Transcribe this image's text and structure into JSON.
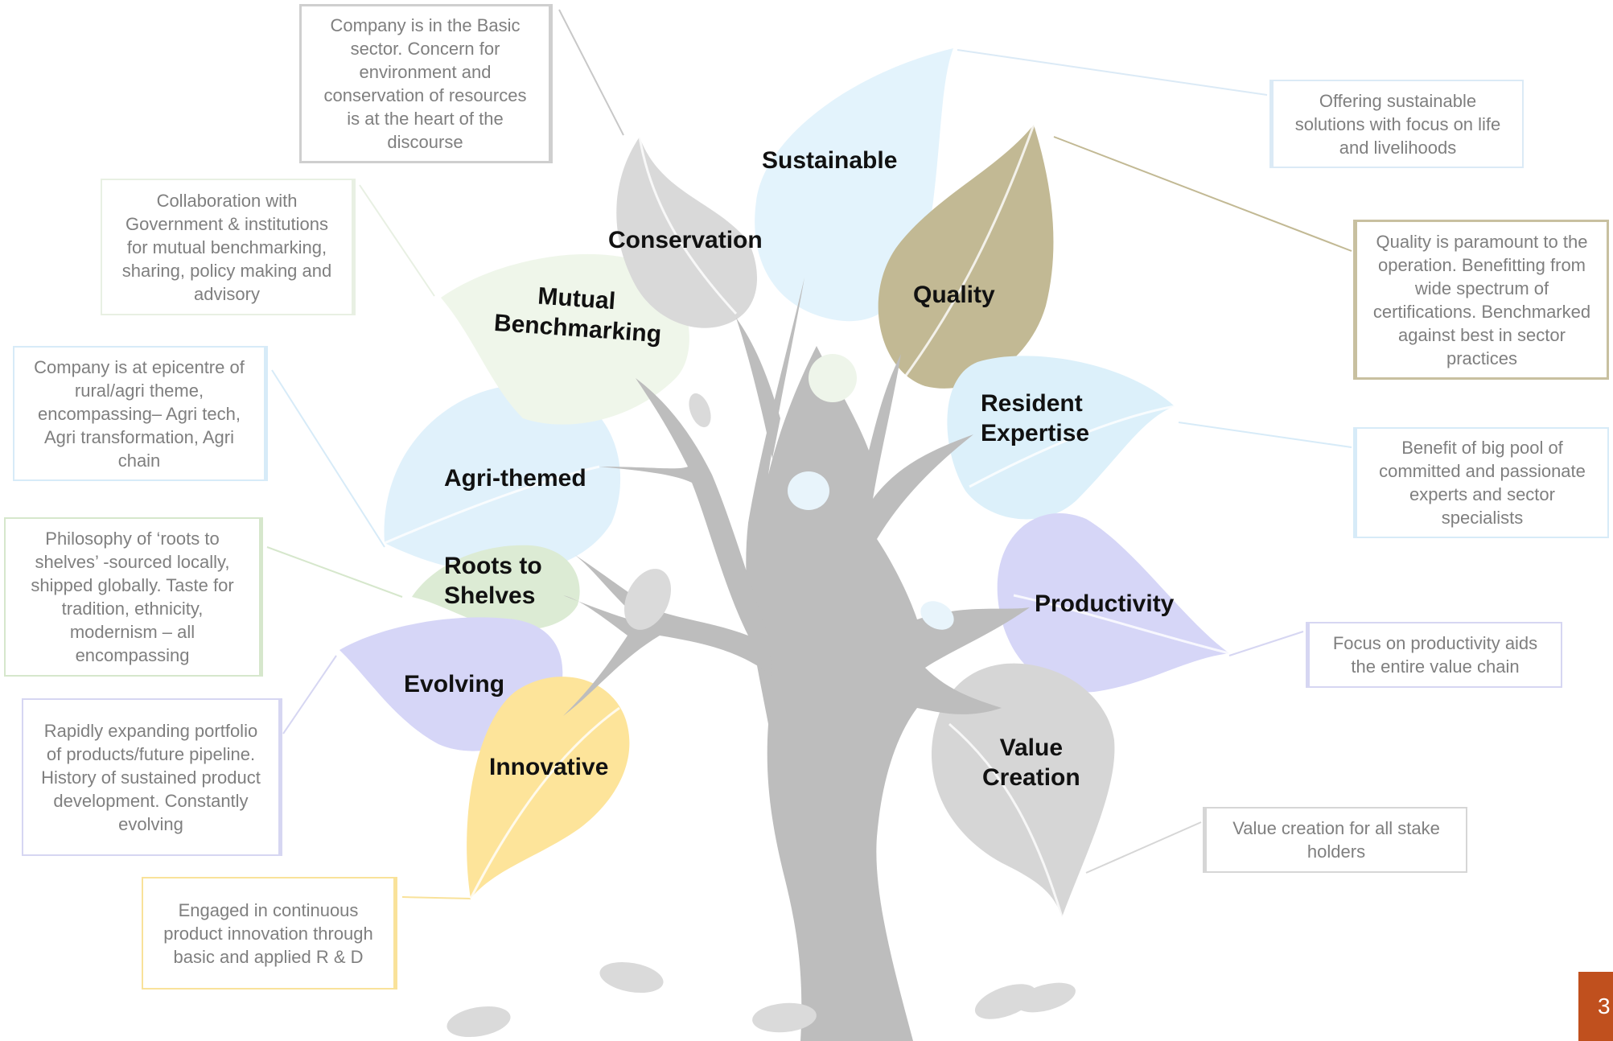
{
  "diagram": {
    "leaves": [
      {
        "id": "sustainable",
        "label": "Sustainable",
        "color": "#e3f3fc"
      },
      {
        "id": "conservation",
        "label": "Conservation",
        "color": "#d9d9d9"
      },
      {
        "id": "quality",
        "label": "Quality",
        "color": "#c2b994"
      },
      {
        "id": "mutual-benchmarking",
        "label_lines": [
          "Mutual",
          "Benchmarking"
        ],
        "color": "#eff6ea"
      },
      {
        "id": "resident-expertise",
        "label_lines": [
          "Resident",
          "Expertise"
        ],
        "color": "#dcf0fa"
      },
      {
        "id": "agri-themed",
        "label": "Agri-themed",
        "color": "#e0f1fb"
      },
      {
        "id": "roots-to-shelves",
        "label_lines": [
          "Roots to",
          "Shelves"
        ],
        "color": "#dcebd4"
      },
      {
        "id": "productivity",
        "label": "Productivity",
        "color": "#d6d6f7"
      },
      {
        "id": "evolving",
        "label": "Evolving",
        "color": "#d6d6f7"
      },
      {
        "id": "innovative",
        "label": "Innovative",
        "color": "#fde49a"
      },
      {
        "id": "value-creation",
        "label_lines": [
          "Value",
          "Creation"
        ],
        "color": "#d6d6d6"
      }
    ],
    "callouts": [
      {
        "id": "conservation",
        "text": "Company is in the Basic sector. Concern for environment and conservation of resources is at the heart of the discourse",
        "border": "#c8c8c8"
      },
      {
        "id": "sustainable",
        "text": "Offering sustainable solutions with focus on life and livelihoods",
        "border": "#dbeaf6"
      },
      {
        "id": "mutual-benchmarking",
        "text": "Collaboration with Government & institutions for mutual benchmarking, sharing, policy making and advisory",
        "border": "#e8f0e3"
      },
      {
        "id": "quality",
        "text": "Quality is paramount to the operation. Benefitting from wide spectrum of certifications. Benchmarked against best in sector practices",
        "border": "#c2b994"
      },
      {
        "id": "agri-themed",
        "text": "Company is at epicentre of rural/agri theme, encompassing– Agri tech, Agri transformation, Agri chain",
        "border": "#d7ebf8"
      },
      {
        "id": "resident-expertise",
        "text": "Benefit of big pool of committed and passionate experts and sector specialists",
        "border": "#d7ebf8"
      },
      {
        "id": "roots-to-shelves",
        "text": "Philosophy of ‘roots to shelves’ -sourced locally, shipped globally. Taste for tradition, ethnicity, modernism – all encompassing",
        "border": "#d6e7cc"
      },
      {
        "id": "productivity",
        "text": "Focus on productivity aids the entire value chain",
        "border": "#d6d6f2"
      },
      {
        "id": "evolving",
        "text": "Rapidly expanding portfolio of products/future pipeline. History of sustained product development. Constantly evolving",
        "border": "#d6d6f2"
      },
      {
        "id": "value-creation",
        "text": "Value creation for all stake holders",
        "border": "#d6d6d6"
      },
      {
        "id": "innovative",
        "text": "Engaged in continuous product innovation through basic and applied R & D",
        "border": "#f9e29a"
      }
    ],
    "trunk_color": "#bdbdbd"
  },
  "page_number": "3",
  "page_tab_color": "#c0501e"
}
